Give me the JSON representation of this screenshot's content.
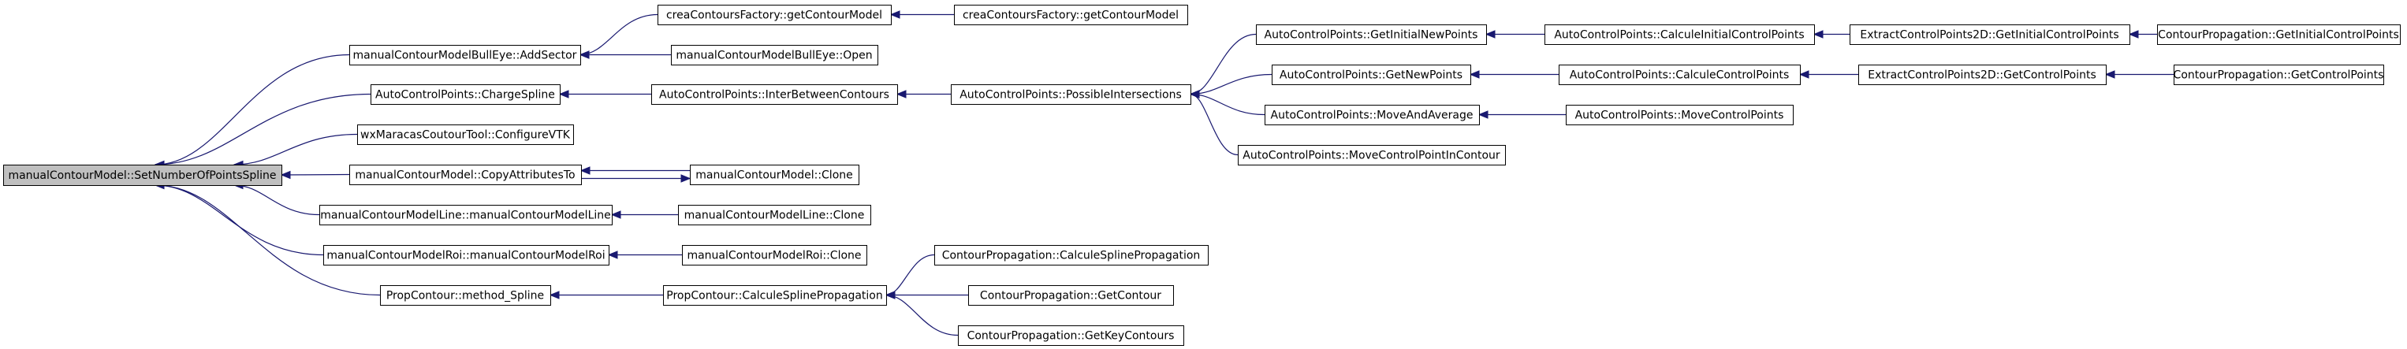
{
  "colors": {
    "edge": "#191970",
    "root_fill": "#bfbfbf",
    "node_fill": "#ffffff",
    "node_border": "#000000"
  },
  "nodes": [
    {
      "id": "n0",
      "label": "manualContourModel::SetNumberOfPointsSpline",
      "root": true
    },
    {
      "id": "n1",
      "label": "manualContourModelBullEye::AddSector"
    },
    {
      "id": "n2",
      "label": "AutoControlPoints::ChargeSpline"
    },
    {
      "id": "n3",
      "label": "wxMaracasCoutourTool::ConfigureVTK"
    },
    {
      "id": "n4",
      "label": "manualContourModel::CopyAttributesTo"
    },
    {
      "id": "n5",
      "label": "manualContourModelLine::manualContourModelLine"
    },
    {
      "id": "n6",
      "label": "manualContourModelRoi::manualContourModelRoi"
    },
    {
      "id": "n7",
      "label": "PropContour::method_Spline"
    },
    {
      "id": "n8",
      "label": "creaContoursFactory::getContourModel"
    },
    {
      "id": "n9",
      "label": "manualContourModelBullEye::Open"
    },
    {
      "id": "n10",
      "label": "AutoControlPoints::InterBetweenContours"
    },
    {
      "id": "n11",
      "label": "manualContourModel::Clone"
    },
    {
      "id": "n12",
      "label": "manualContourModelLine::Clone"
    },
    {
      "id": "n13",
      "label": "manualContourModelRoi::Clone"
    },
    {
      "id": "n14",
      "label": "PropContour::CalculeSplinePropagation"
    },
    {
      "id": "n15",
      "label": "creaContoursFactory::getContourModel"
    },
    {
      "id": "n16",
      "label": "AutoControlPoints::PossibleIntersections"
    },
    {
      "id": "n17",
      "label": "ContourPropagation::CalculeSplinePropagation"
    },
    {
      "id": "n18",
      "label": "ContourPropagation::GetContour"
    },
    {
      "id": "n19",
      "label": "ContourPropagation::GetKeyContours"
    },
    {
      "id": "n20",
      "label": "AutoControlPoints::GetInitialNewPoints"
    },
    {
      "id": "n21",
      "label": "AutoControlPoints::GetNewPoints"
    },
    {
      "id": "n22",
      "label": "AutoControlPoints::MoveAndAverage"
    },
    {
      "id": "n23",
      "label": "AutoControlPoints::MoveControlPointInContour"
    },
    {
      "id": "n24",
      "label": "AutoControlPoints::CalculeInitialControlPoints"
    },
    {
      "id": "n25",
      "label": "AutoControlPoints::CalculeControlPoints"
    },
    {
      "id": "n26",
      "label": "AutoControlPoints::MoveControlPoints"
    },
    {
      "id": "n27",
      "label": "ExtractControlPoints2D::GetInitialControlPoints"
    },
    {
      "id": "n28",
      "label": "ExtractControlPoints2D::GetControlPoints"
    },
    {
      "id": "n29",
      "label": "ContourPropagation::GetInitialControlPoints"
    },
    {
      "id": "n30",
      "label": "ContourPropagation::GetControlPoints"
    }
  ],
  "edges": [
    {
      "from": "n1",
      "to": "n0"
    },
    {
      "from": "n2",
      "to": "n0"
    },
    {
      "from": "n3",
      "to": "n0"
    },
    {
      "from": "n4",
      "to": "n0"
    },
    {
      "from": "n5",
      "to": "n0"
    },
    {
      "from": "n6",
      "to": "n0"
    },
    {
      "from": "n7",
      "to": "n0"
    },
    {
      "from": "n8",
      "to": "n1"
    },
    {
      "from": "n9",
      "to": "n1"
    },
    {
      "from": "n10",
      "to": "n2"
    },
    {
      "from": "n11",
      "to": "n4"
    },
    {
      "from": "n4",
      "to": "n11"
    },
    {
      "from": "n12",
      "to": "n5"
    },
    {
      "from": "n13",
      "to": "n6"
    },
    {
      "from": "n14",
      "to": "n7"
    },
    {
      "from": "n15",
      "to": "n8"
    },
    {
      "from": "n16",
      "to": "n10"
    },
    {
      "from": "n17",
      "to": "n14"
    },
    {
      "from": "n18",
      "to": "n14"
    },
    {
      "from": "n19",
      "to": "n14"
    },
    {
      "from": "n20",
      "to": "n16"
    },
    {
      "from": "n21",
      "to": "n16"
    },
    {
      "from": "n22",
      "to": "n16"
    },
    {
      "from": "n23",
      "to": "n16"
    },
    {
      "from": "n24",
      "to": "n20"
    },
    {
      "from": "n25",
      "to": "n21"
    },
    {
      "from": "n26",
      "to": "n22"
    },
    {
      "from": "n27",
      "to": "n24"
    },
    {
      "from": "n28",
      "to": "n25"
    },
    {
      "from": "n29",
      "to": "n27"
    },
    {
      "from": "n30",
      "to": "n28"
    }
  ]
}
